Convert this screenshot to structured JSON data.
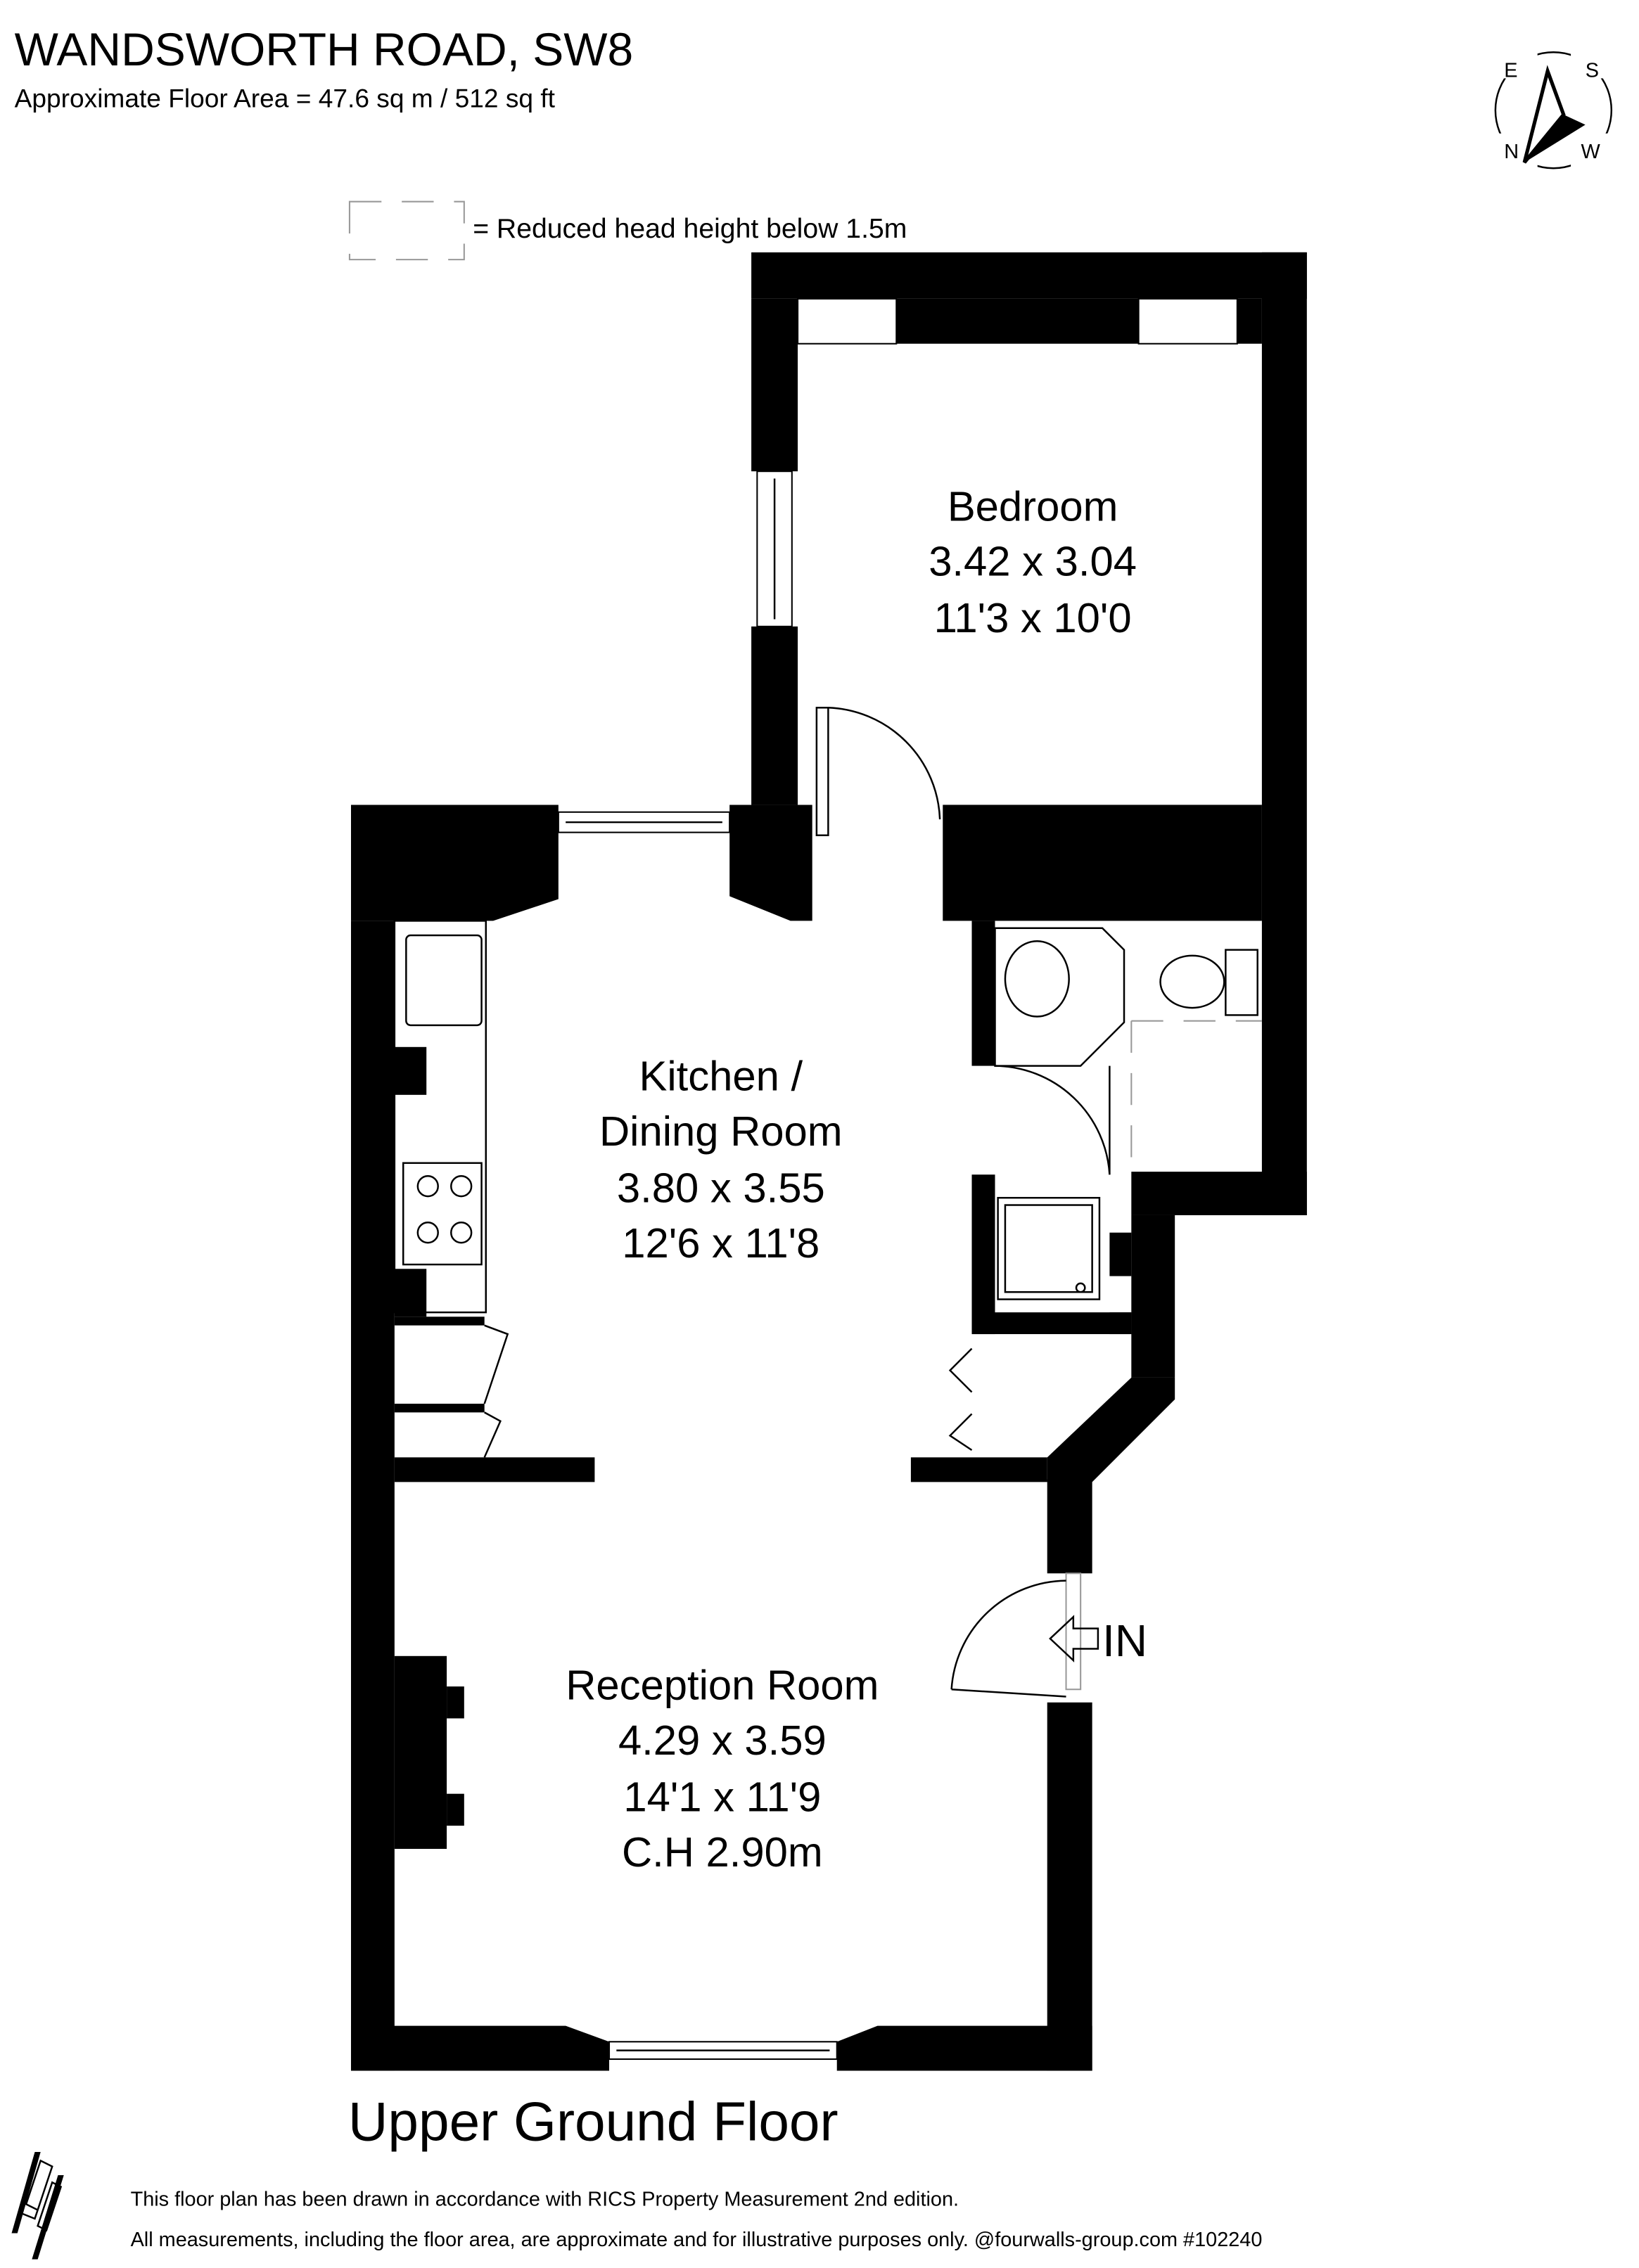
{
  "header": {
    "title": "WANDSWORTH ROAD, SW8",
    "subtitle": "Approximate Floor Area = 47.6 sq m / 512 sq ft"
  },
  "legend": {
    "reduced_head_height": "= Reduced head height below 1.5m"
  },
  "compass": {
    "icon": "compass-icon",
    "labels": {
      "top_left": "E",
      "top_right": "S",
      "bottom_left": "N",
      "bottom_right": "W"
    }
  },
  "rooms": [
    {
      "name": "Bedroom",
      "metric": "3.42 x 3.04",
      "imperial": "11'3 x 10'0"
    },
    {
      "name": "Kitchen /",
      "name2": "Dining Room",
      "metric": "3.80 x 3.55",
      "imperial": "12'6 x 11'8"
    },
    {
      "name": "Reception Room",
      "metric": "4.29 x 3.59",
      "imperial": "14'1 x 11'9",
      "ceiling": "C.H 2.90m"
    }
  ],
  "entrance": {
    "label": "IN",
    "icon": "arrow-left-icon"
  },
  "floor_label": "Upper Ground Floor",
  "footer": {
    "logo": "fourwalls-logo",
    "line1": "This floor plan has been drawn in accordance with RICS Property Measurement 2nd edition.",
    "line2": "All measurements, including the floor area, are approximate and for illustrative purposes only. @fourwalls-group.com #102240"
  }
}
